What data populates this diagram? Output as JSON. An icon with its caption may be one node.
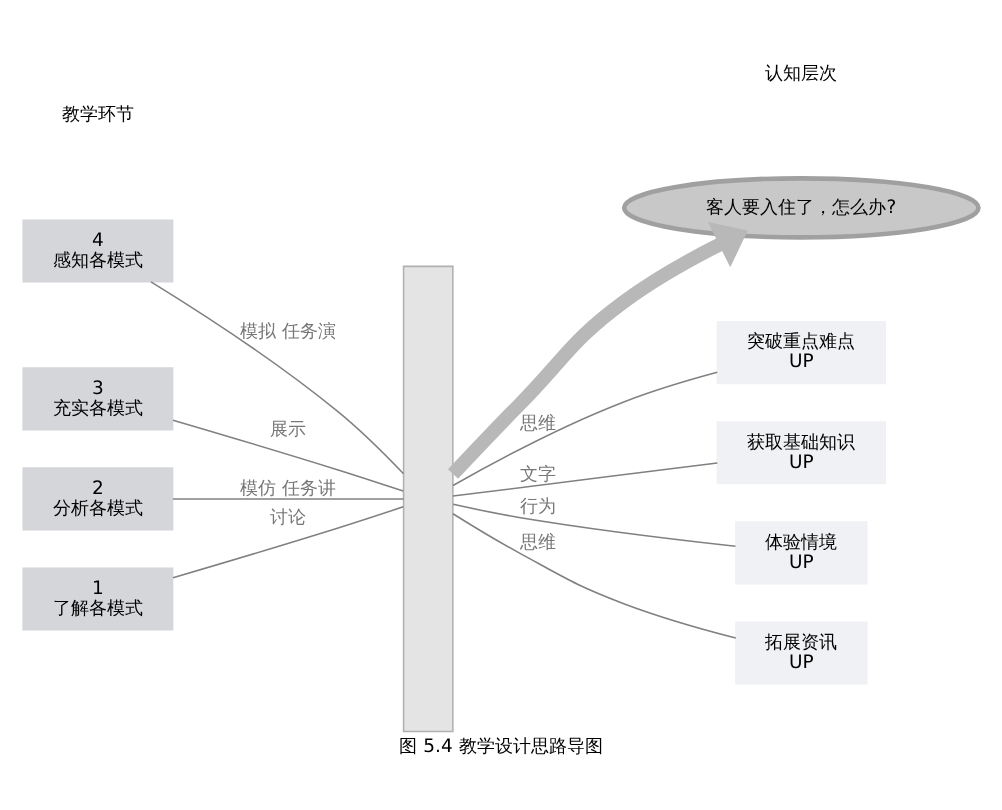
{
  "diagram": {
    "caption": "图 5.4 教学设计思路导图",
    "nodes": [
      {
        "text": [
          "客人要入住了，怎么办?"
        ]
      },
      {
        "text": [],
        "shape": "bar"
      },
      {
        "text": [
          "4",
          "感知各模式"
        ]
      },
      {
        "text": [
          "3",
          "充实各模式"
        ]
      },
      {
        "text": [
          "2",
          "分析各模式"
        ]
      },
      {
        "text": [
          "1",
          "了解各模式"
        ]
      },
      {
        "text": [
          "体验情境",
          "UP"
        ]
      },
      {
        "text": [
          "拓展资讯",
          "UP"
        ]
      },
      {
        "text": [
          "突破重点难点",
          "UP"
        ]
      },
      {
        "text": [
          "获取基础知识",
          "UP"
        ]
      }
    ],
    "edges": [
      {
        "from": 1,
        "to": 0,
        "arrow": "to",
        "style": "thick"
      },
      {
        "from": 2,
        "to": 1,
        "arrow": "none",
        "label": "模拟 任务演"
      },
      {
        "from": 3,
        "to": 1,
        "arrow": "none",
        "label": "展示"
      },
      {
        "from": 4,
        "to": 1,
        "arrow": "none",
        "label": "模仿 任务讲"
      },
      {
        "from": 5,
        "to": 1,
        "arrow": "none",
        "label": "讨论"
      },
      {
        "from": 1,
        "to": 6,
        "arrow": "none",
        "label": "行为"
      },
      {
        "from": 1,
        "to": 7,
        "arrow": "none",
        "label": "思维"
      },
      {
        "from": 1,
        "to": 8,
        "arrow": "none",
        "label": "思维"
      },
      {
        "from": 1,
        "to": 9,
        "arrow": "none",
        "label": "文字"
      }
    ],
    "labels": [
      "教学环节",
      "认知层次"
    ]
  }
}
